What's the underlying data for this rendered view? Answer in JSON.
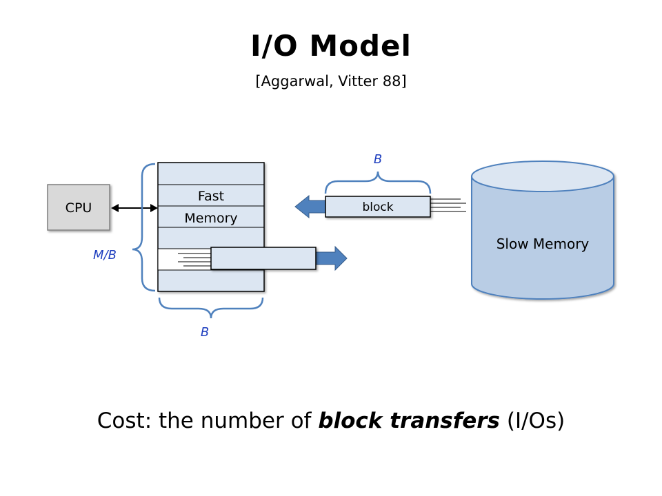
{
  "title": "I/O Model",
  "subtitle": "[Aggarwal, Vitter 88]",
  "diagram": {
    "cpu_label": "CPU",
    "fast_memory_line1": "Fast",
    "fast_memory_line2": "Memory",
    "slow_memory_label": "Slow Memory",
    "block_label": "block",
    "brace_top_label": "B",
    "brace_bottom_label": "B",
    "brace_left_label": "M/B"
  },
  "cost": {
    "prefix": "Cost: the number of ",
    "emphasis": "block transfers",
    "suffix": " (I/Os)"
  },
  "colors": {
    "box_fill": "#dce6f2",
    "brace": "#4f81bd",
    "arrow": "#4f81bd",
    "cylinder": "#b9cde5",
    "label_blue": "#1f3fbf"
  }
}
